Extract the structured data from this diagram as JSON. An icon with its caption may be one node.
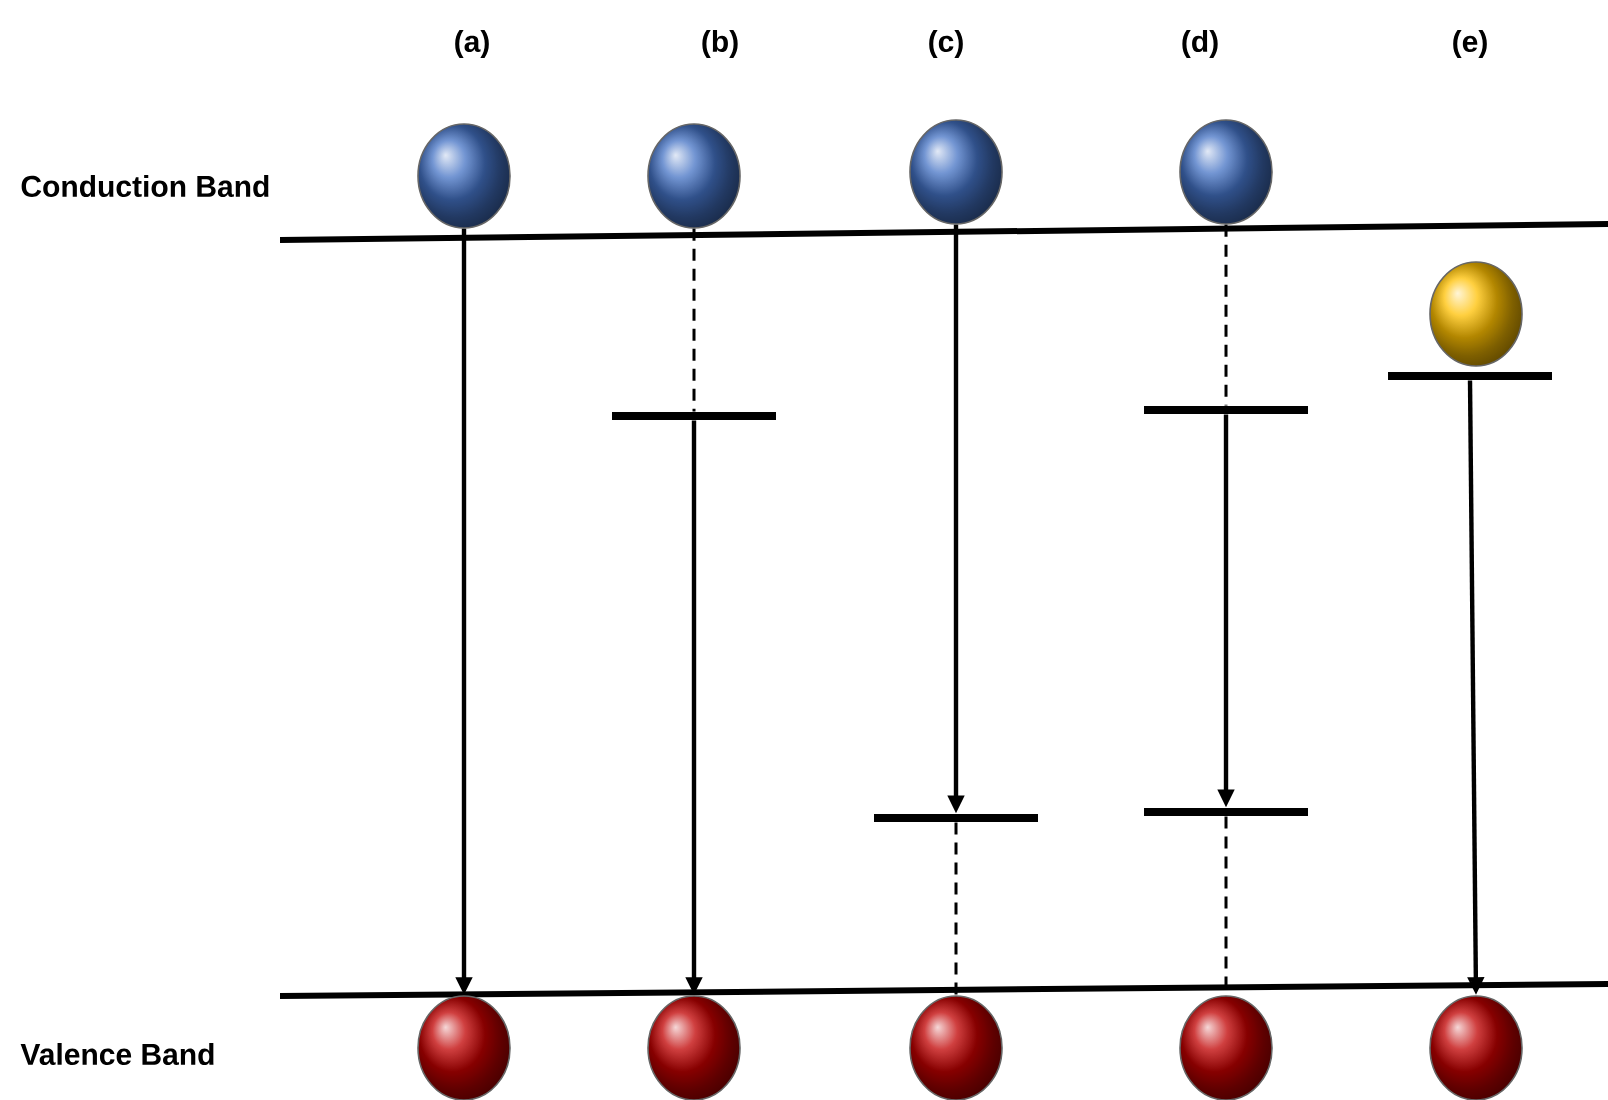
{
  "diagram": {
    "nodes": [
      {
        "text": [],
        "shape": "circle"
      },
      {
        "text": [],
        "shape": "circle"
      },
      {
        "text": [],
        "shape": "circle"
      },
      {
        "text": [],
        "shape": "circle"
      },
      {
        "text": [],
        "shape": "circle"
      },
      {
        "text": [],
        "shape": "bar"
      },
      {
        "text": [],
        "shape": "bar"
      },
      {
        "text": [],
        "shape": "bar"
      },
      {
        "text": [],
        "shape": "bar"
      },
      {
        "text": [],
        "shape": "bar"
      },
      {
        "text": [],
        "shape": "circle"
      },
      {
        "text": [],
        "shape": "circle"
      },
      {
        "text": [],
        "shape": "circle"
      },
      {
        "text": [],
        "shape": "circle"
      },
      {
        "text": [],
        "shape": "circle"
      }
    ],
    "edges": [
      {
        "from": 0,
        "to": 10,
        "arrow": "to"
      },
      {
        "from": 1,
        "to": 5,
        "arrow": "none",
        "style": "dashed"
      },
      {
        "from": 5,
        "to": 11,
        "arrow": "to"
      },
      {
        "from": 2,
        "to": 6,
        "arrow": "to"
      },
      {
        "from": 6,
        "to": 12,
        "arrow": "none",
        "style": "dashed"
      },
      {
        "from": 3,
        "to": 7,
        "arrow": "none",
        "style": "dashed"
      },
      {
        "from": 7,
        "to": 8,
        "arrow": "to"
      },
      {
        "from": 8,
        "to": 13,
        "arrow": "none",
        "style": "dashed"
      },
      {
        "from": 9,
        "to": 14,
        "arrow": "to"
      }
    ],
    "labels": [
      "(a)",
      "(b)",
      "(c)",
      "(d)",
      "(e)",
      "Conduction Band",
      "Valence Band"
    ]
  }
}
